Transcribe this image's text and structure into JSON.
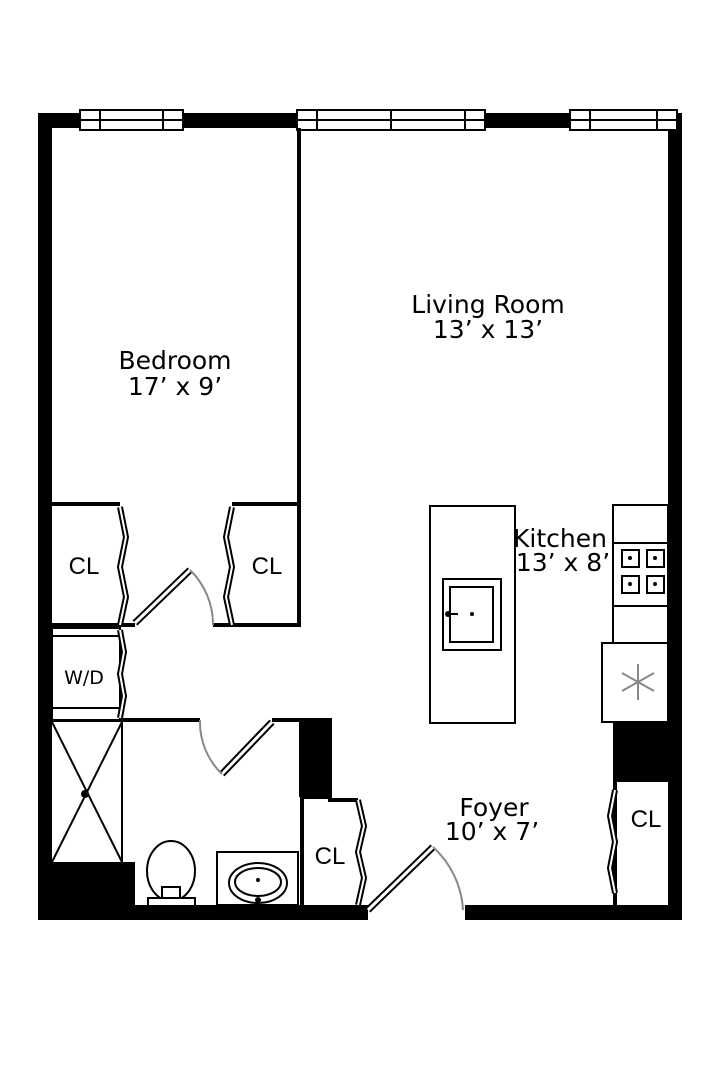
{
  "rooms": {
    "living_room": {
      "name": "Living Room",
      "size": "13’ x 13’"
    },
    "bedroom": {
      "name": "Bedroom",
      "size": "17’ x 9’"
    },
    "kitchen": {
      "name": "Kitchen",
      "size": "13’ x 8’"
    },
    "foyer": {
      "name": "Foyer",
      "size": "10’ x 7’"
    }
  },
  "closets": {
    "bedroom_left": "CL",
    "bedroom_right": "CL",
    "bathroom": "CL",
    "foyer": "CL"
  },
  "laundry": "W/D",
  "colors": {
    "wall": "#000000",
    "door_swing": "#888888",
    "fridge_icon": "#888888"
  }
}
